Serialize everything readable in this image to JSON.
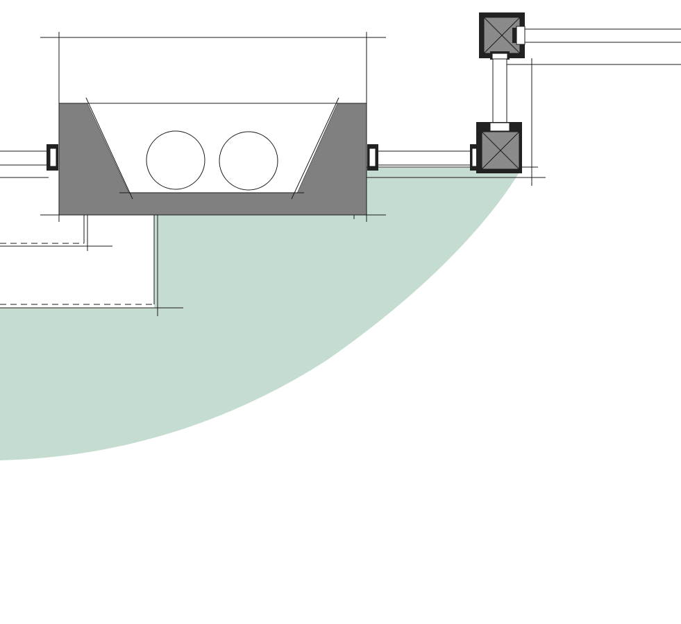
{
  "colors": {
    "background": "#ffffff",
    "line": "#1a1a1a",
    "concrete_fill": "#808080",
    "ground_fill": "#c5dcd0",
    "post_fill": "#8a8a8a",
    "cavity_fill": "#ffffff"
  },
  "elements": {
    "trench": "concrete-duct-block",
    "conduits": 2,
    "posts": 2,
    "hatched_area": "ground-curve"
  }
}
